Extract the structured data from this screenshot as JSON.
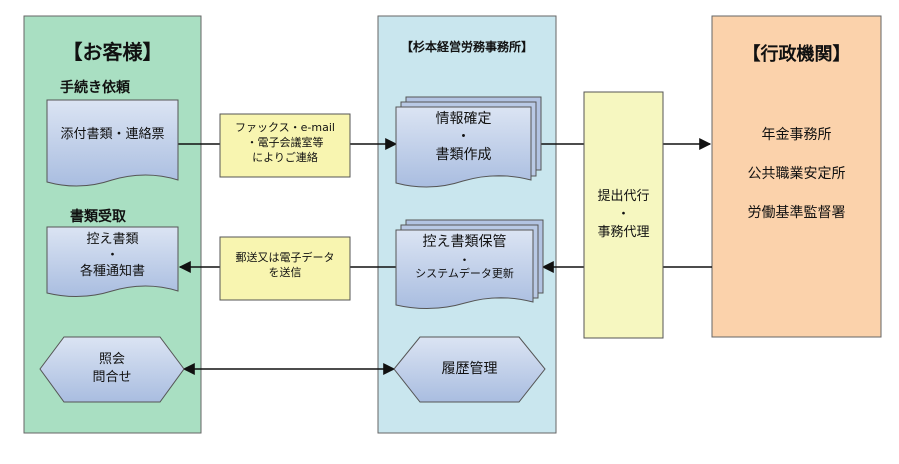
{
  "columns": {
    "client": {
      "title": "【お客様】",
      "fill": "#a9dfc2"
    },
    "office": {
      "title": "【杉本経営労務事務所】",
      "fill": "#c9e6ee"
    },
    "gov": {
      "title": "【行政機関】",
      "fill": "#fbd2ab"
    }
  },
  "client": {
    "procedure_label": "手続き依頼",
    "doc_box": "添付書類・連絡票",
    "receive_label": "書類受取",
    "receive_box": [
      "控え書類",
      "・",
      "各種通知書"
    ],
    "inquiry_box": [
      "照会",
      "問合せ"
    ]
  },
  "office": {
    "confirm_box": [
      "情報確定",
      "・",
      "書類作成"
    ],
    "store_box": [
      "控え書類保管",
      "・",
      "システムデータ更新"
    ],
    "history_box": "履歴管理"
  },
  "middle": {
    "send_note": [
      "ファックス・e-mail",
      "・電子会議室等",
      "によりご連絡"
    ],
    "return_note": [
      "郵送又は電子データ",
      "を送信"
    ],
    "submit_box": [
      "提出代行",
      "・",
      "事務代理"
    ]
  },
  "gov_items": [
    "年金事務所",
    "公共職業安定所",
    "労働基準監督署"
  ],
  "colors": {
    "doc_fill": "#bccbe6",
    "note_fill": "#f8f5b0",
    "submit_fill": "#f6f7c0",
    "stroke": "#555555"
  }
}
